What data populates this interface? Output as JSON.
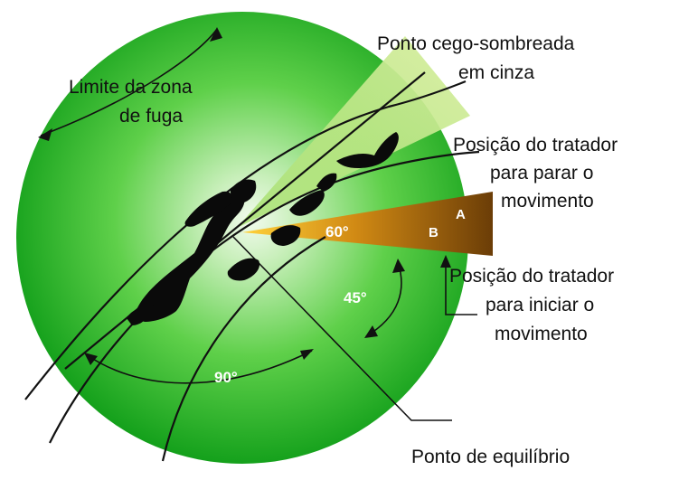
{
  "labels": {
    "flight_zone_line1": "Limite da zona",
    "flight_zone_line2": "de fuga",
    "blind_spot_line1": "Ponto cego-sombreada",
    "blind_spot_line2": "em cinza",
    "stop_line1": "Posição do tratador",
    "stop_line2": "para parar o",
    "stop_line3": "movimento",
    "start_line1": "Posição do tratador",
    "start_line2": "para iniciar o",
    "start_line3": "movimento",
    "balance_point": "Ponto de equilíbrio"
  },
  "angles": {
    "a60": "60°",
    "a45": "45°",
    "a90": "90°"
  },
  "zones": {
    "a": "A",
    "b": "B"
  },
  "colors": {
    "circle_center": "#e9f7e1",
    "circle_mid": "#5fd04a",
    "circle_edge": "#15a51c",
    "blind_spot": "#c9e48a",
    "wedge_light": "#f2c200",
    "wedge_dark": "#7a4a0a",
    "animal": "#0a0a0a"
  }
}
